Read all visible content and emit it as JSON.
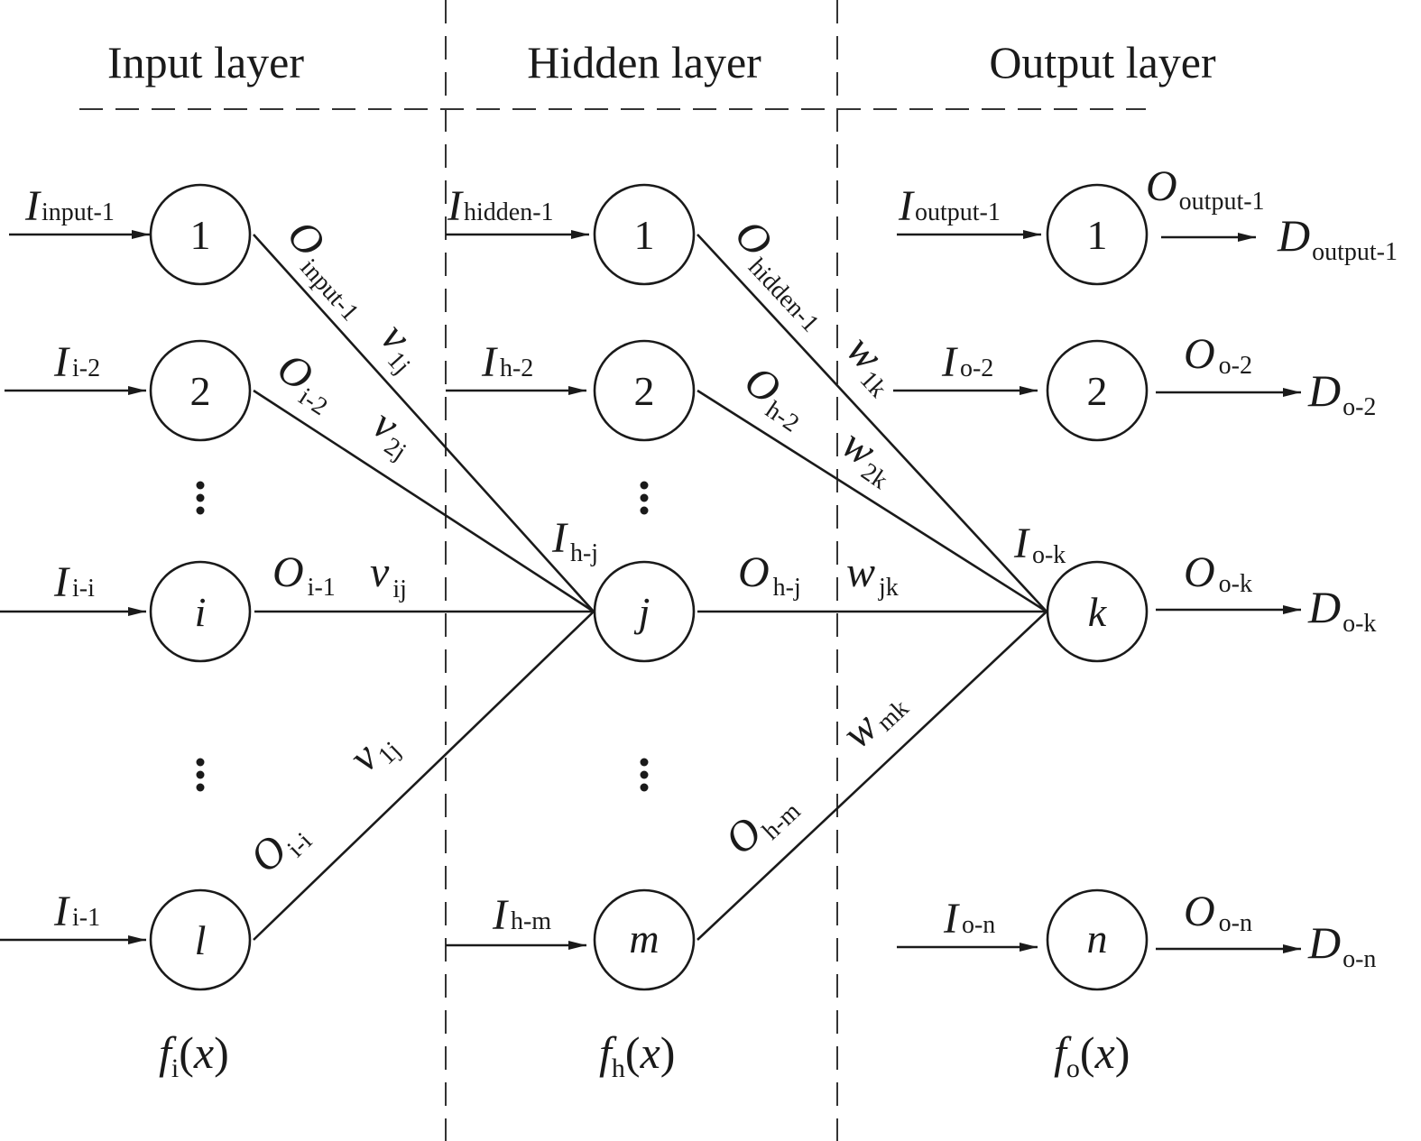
{
  "titles": {
    "input": "Input layer",
    "hidden": "Hidden layer",
    "output": "Output layer"
  },
  "nodes": {
    "in1": "1",
    "in2": "2",
    "ini": "i",
    "inl": "l",
    "h1": "1",
    "h2": "2",
    "hj": "j",
    "hm": "m",
    "o1": "1",
    "o2": "2",
    "ok": "k",
    "on": "n"
  },
  "labels": {
    "I_input1": {
      "main": "I",
      "sub": "input-1"
    },
    "I_i2": {
      "main": "I",
      "sub": "i-2"
    },
    "I_ii": {
      "main": "I",
      "sub": "i-i"
    },
    "I_i1": {
      "main": "I",
      "sub": "i-1"
    },
    "O_input1": {
      "main": "O",
      "sub": "input-1"
    },
    "v_1j_top": {
      "main": "v",
      "sub": "1j"
    },
    "O_i2": {
      "main": "O",
      "sub": "i-2"
    },
    "v_2j": {
      "main": "v",
      "sub": "2j"
    },
    "O_i1": {
      "main": "O",
      "sub": "i-1"
    },
    "v_ij": {
      "main": "v",
      "sub": "ij"
    },
    "v_1j_low": {
      "main": "v",
      "sub": "1j"
    },
    "O_ii": {
      "main": "O",
      "sub": "i-i"
    },
    "I_hidden1": {
      "main": "I",
      "sub": "hidden-1"
    },
    "I_h2": {
      "main": "I",
      "sub": "h-2"
    },
    "I_hj": {
      "main": "I",
      "sub": "h-j"
    },
    "I_hm": {
      "main": "I",
      "sub": "h-m"
    },
    "O_hidden1": {
      "main": "O",
      "sub": "hidden-1"
    },
    "w_1k": {
      "main": "w",
      "sub": "1k"
    },
    "O_h2": {
      "main": "O",
      "sub": "h-2"
    },
    "w_2k": {
      "main": "w",
      "sub": "2k"
    },
    "O_hj": {
      "main": "O",
      "sub": "h-j"
    },
    "w_jk": {
      "main": "w",
      "sub": "jk"
    },
    "w_mk": {
      "main": "w",
      "sub": "mk"
    },
    "O_hm": {
      "main": "O",
      "sub": "h-m"
    },
    "I_output1": {
      "main": "I",
      "sub": "output-1"
    },
    "I_o2": {
      "main": "I",
      "sub": "o-2"
    },
    "I_ok": {
      "main": "I",
      "sub": "o-k"
    },
    "I_on": {
      "main": "I",
      "sub": "o-n"
    },
    "O_output1": {
      "main": "O",
      "sub": "output-1"
    },
    "O_o2": {
      "main": "O",
      "sub": "o-2"
    },
    "O_ok": {
      "main": "O",
      "sub": "o-k"
    },
    "O_on": {
      "main": "O",
      "sub": "o-n"
    },
    "D_output1": {
      "main": "D",
      "sub": "output-1"
    },
    "D_o2": {
      "main": "D",
      "sub": "o-2"
    },
    "D_ok": {
      "main": "D",
      "sub": "o-k"
    },
    "D_on": {
      "main": "D",
      "sub": "o-n"
    }
  },
  "functions": {
    "fi": {
      "main": "f",
      "sub": "i",
      "arg": "(",
      "var": "x",
      "close": ")"
    },
    "fh": {
      "main": "f",
      "sub": "h",
      "arg": "(",
      "var": "x",
      "close": ")"
    },
    "fo": {
      "main": "f",
      "sub": "o",
      "arg": "(",
      "var": "x",
      "close": ")"
    }
  }
}
